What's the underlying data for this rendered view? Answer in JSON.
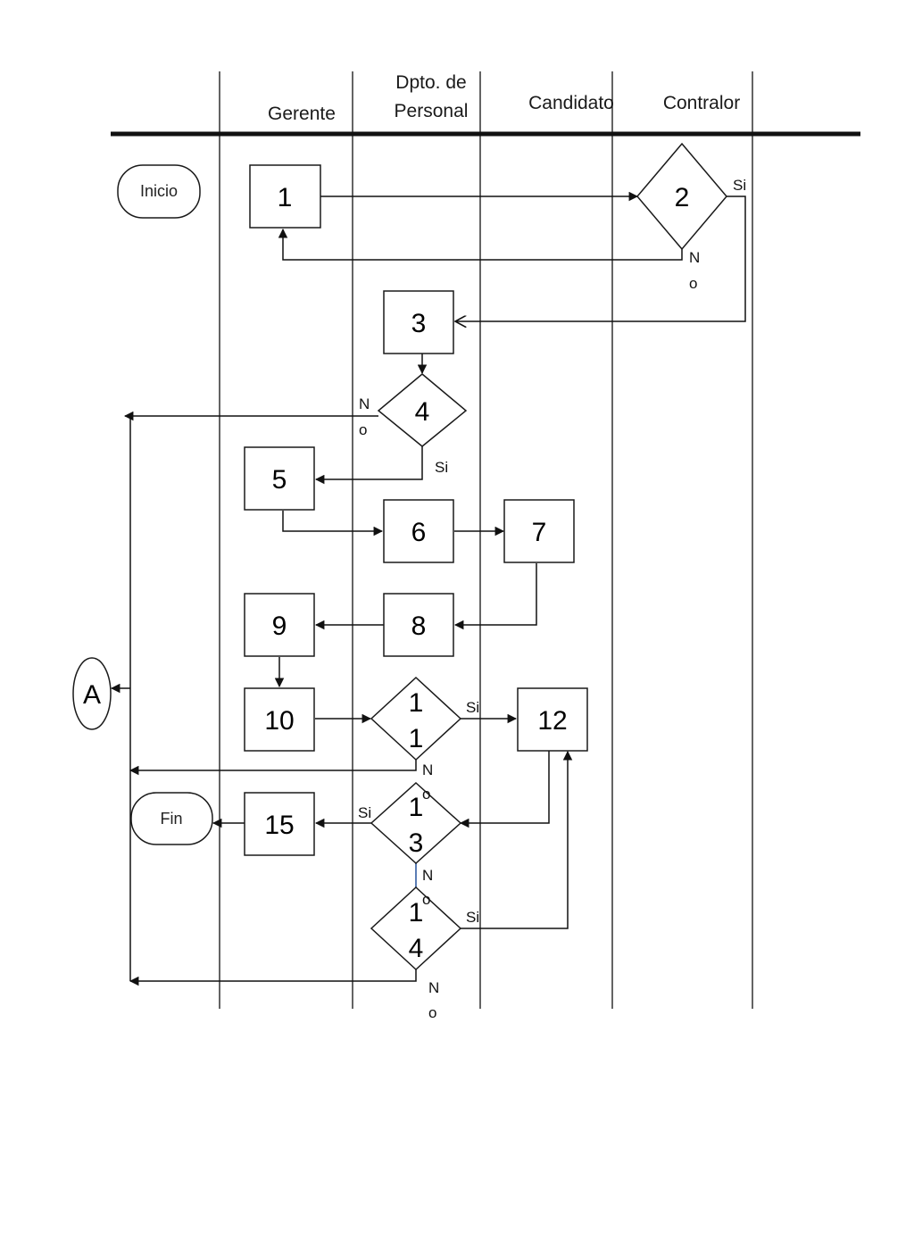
{
  "lanes": {
    "gerente": "Gerente",
    "personal_1": "Dpto. de",
    "personal_2": "Personal",
    "candidato": "Candidato",
    "contralor": "Contralor"
  },
  "terminals": {
    "inicio": "Inicio",
    "fin": "Fin",
    "connector_a": "A"
  },
  "nodes": {
    "n1": "1",
    "n2": "2",
    "n3": "3",
    "n4": "4",
    "n5": "5",
    "n6": "6",
    "n7": "7",
    "n8": "8",
    "n9": "9",
    "n10": "10",
    "n11_a": "1",
    "n11_b": "1",
    "n12": "12",
    "n13_a": "1",
    "n13_b": "3",
    "n14_a": "1",
    "n14_b": "4",
    "n15": "15"
  },
  "edge_labels": {
    "si": "Si",
    "no_n": "N",
    "no_o": "o"
  }
}
